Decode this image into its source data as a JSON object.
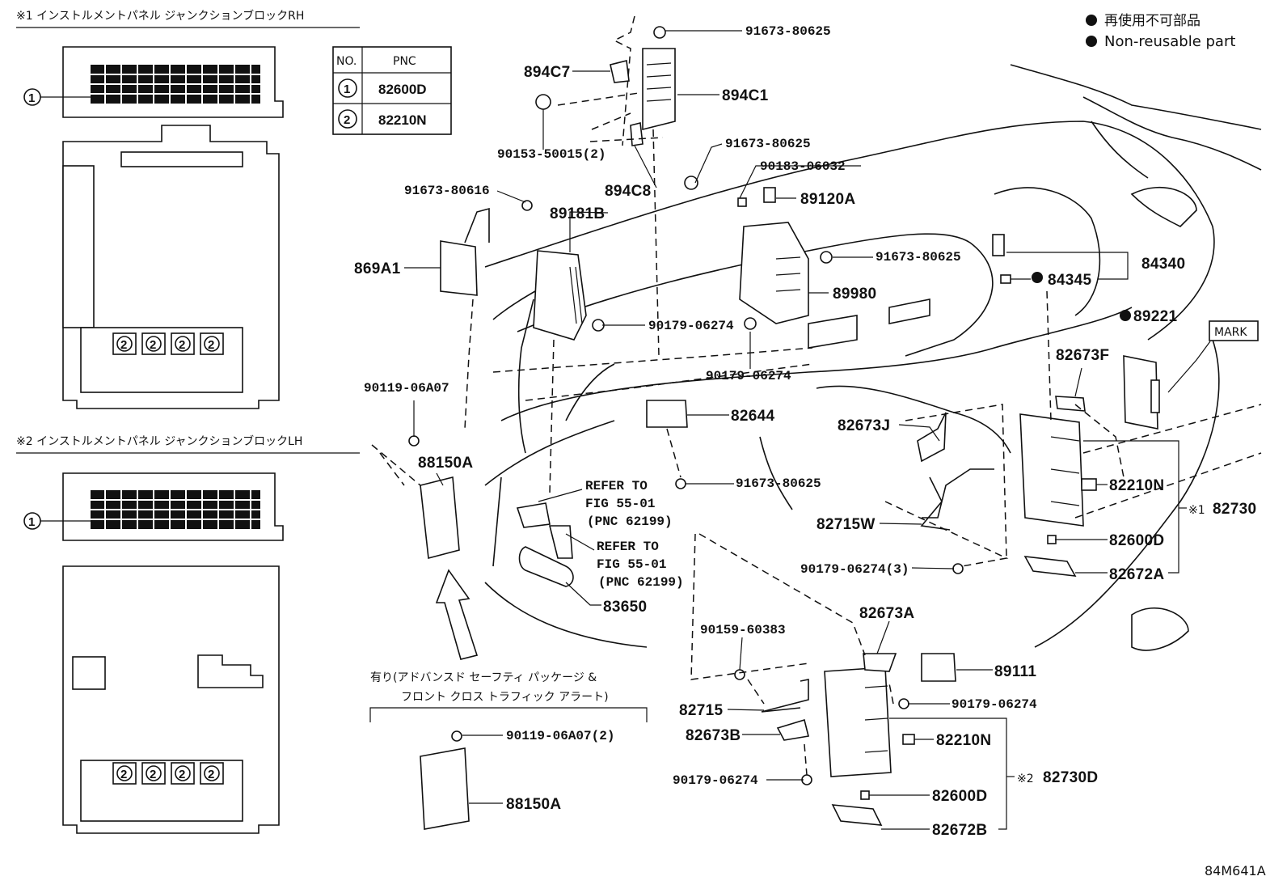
{
  "legend": {
    "jp": "再使用不可部品",
    "en": "Non-reusable part"
  },
  "insets": {
    "rh_title": "※1 インストルメントパネル ジャンクションブロックRH",
    "lh_title": "※2 インストルメントパネル ジャンクションブロックLH",
    "marker1": "1",
    "marker2": "2"
  },
  "table": {
    "headers": [
      "NO.",
      "PNC"
    ],
    "rows": [
      {
        "no": "1",
        "pnc": "82600D"
      },
      {
        "no": "2",
        "pnc": "82210N"
      }
    ]
  },
  "option_note": {
    "line1": "有り(アドバンスド セーフティ パッケージ &",
    "line2": "フロント クロス トラフィック アラート)"
  },
  "labels": {
    "p91673_80625_top": "91673-80625",
    "p894C7": "894C7",
    "p894C1": "894C1",
    "p90153_50015": "90153-50015(2)",
    "p894C8": "894C8",
    "p91673_80625_b": "91673-80625",
    "p90183_06032": "90183-06032",
    "p91673_80616": "91673-80616",
    "p89181B": "89181B",
    "p89120A": "89120A",
    "p869A1": "869A1",
    "p91673_80625_c": "91673-80625",
    "p84345": "84345",
    "p84340": "84340",
    "p89980": "89980",
    "p90179_06274_a": "90179-06274",
    "p89221": "89221",
    "p90179_06274_b": "90179-06274",
    "mark": "MARK",
    "p82673F": "82673F",
    "p90119_06A07": "90119-06A07",
    "p82644": "82644",
    "p82673J": "82673J",
    "p88150A_top": "88150A",
    "p91673_80625_d": "91673-80625",
    "p82210N_rh": "82210N",
    "p82730_pre": "※1",
    "p82730": "82730",
    "refer1_a": "REFER TO",
    "refer1_b": "FIG 55-01",
    "refer1_c": "(PNC 62199)",
    "refer2_a": "REFER TO",
    "refer2_b": "FIG 55-01",
    "refer2_c": "(PNC 62199)",
    "p82715W": "82715W",
    "p82600D_rh": "82600D",
    "p90179_06274_3": "90179-06274(3)",
    "p82672A": "82672A",
    "p83650": "83650",
    "p82673A": "82673A",
    "p90159_60383": "90159-60383",
    "p89111": "89111",
    "p90179_06274_c": "90179-06274",
    "p82715": "82715",
    "p82673B": "82673B",
    "p90119_06A07_2": "90119-06A07(2)",
    "p82210N_lh": "82210N",
    "p82730D_pre": "※2",
    "p82730D": "82730D",
    "p90179_06274_d": "90179-06274",
    "p82600D_lh": "82600D",
    "p88150A_bot": "88150A",
    "p82672B": "82672B",
    "ref_code": "84M641A"
  }
}
